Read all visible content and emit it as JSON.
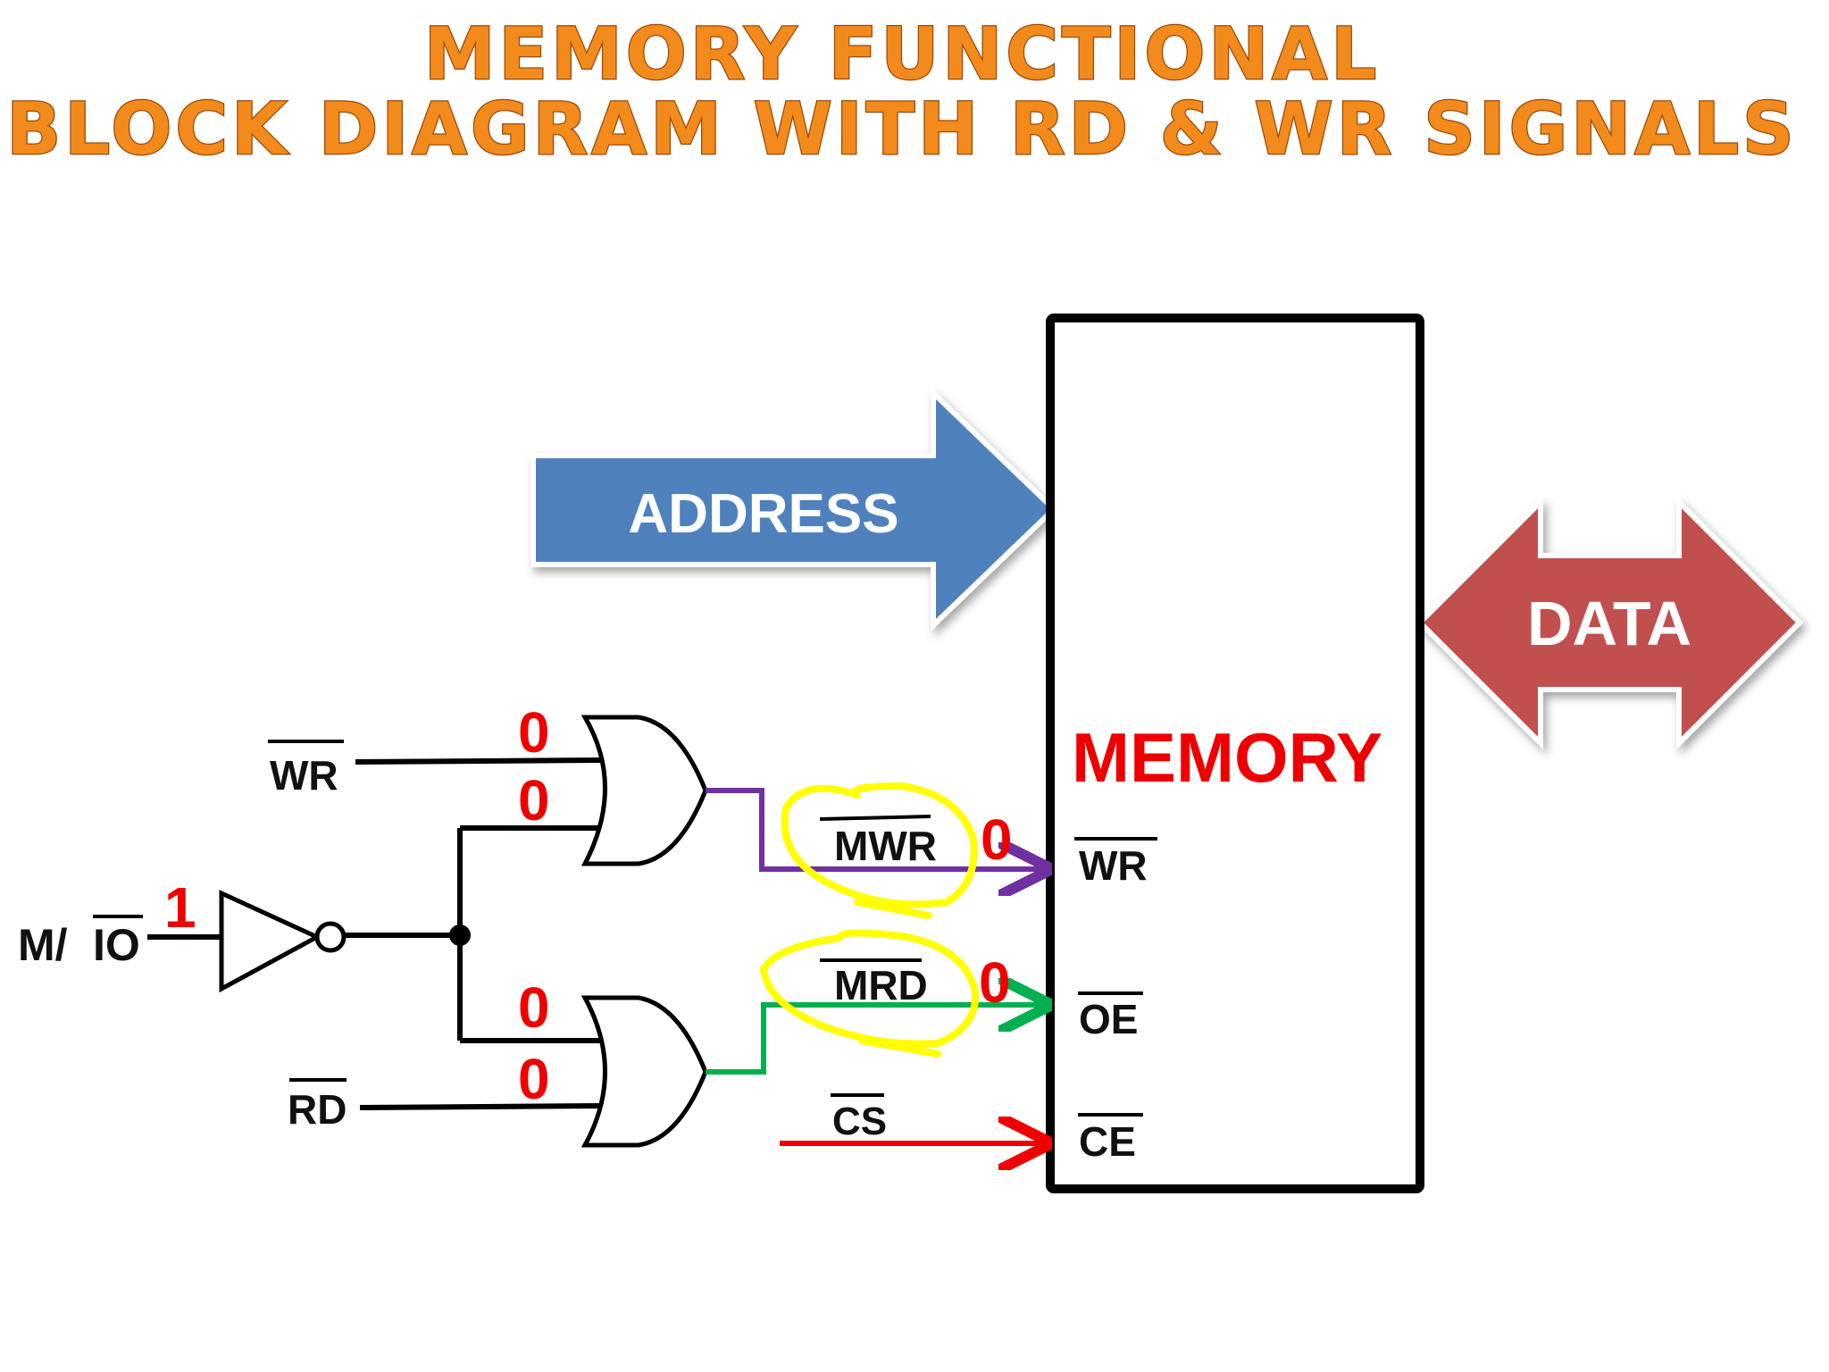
{
  "title": {
    "line1": "MEMORY FUNCTIONAL",
    "line2": "BLOCK DIAGRAM WITH RD & WR SIGNALS"
  },
  "address_label": "ADDRESS",
  "data_label": "DATA",
  "memory": {
    "label": "MEMORY",
    "pin_wr": "WR",
    "pin_oe": "OE",
    "pin_ce": "CE"
  },
  "inputs": {
    "wr": "WR",
    "rd": "RD",
    "mio_prefix": "M/",
    "mio_bar": "IO",
    "cs": "CS"
  },
  "outputs": {
    "mwr": "MWR",
    "mrd": "MRD"
  },
  "values": {
    "mio": "1",
    "or1_in1": "0",
    "or1_in2": "0",
    "or2_in1": "0",
    "or2_in2": "0",
    "mwr": "0",
    "mrd": "0"
  },
  "colors": {
    "title_fill": "#f28a1c",
    "address_arrow": "#4f81bd",
    "data_arrow": "#c0504d",
    "memory_label": "#ee0000",
    "mwr_line": "#7030a0",
    "mrd_line": "#00b050",
    "cs_line": "#ee0000",
    "highlight": "#ffff00"
  }
}
